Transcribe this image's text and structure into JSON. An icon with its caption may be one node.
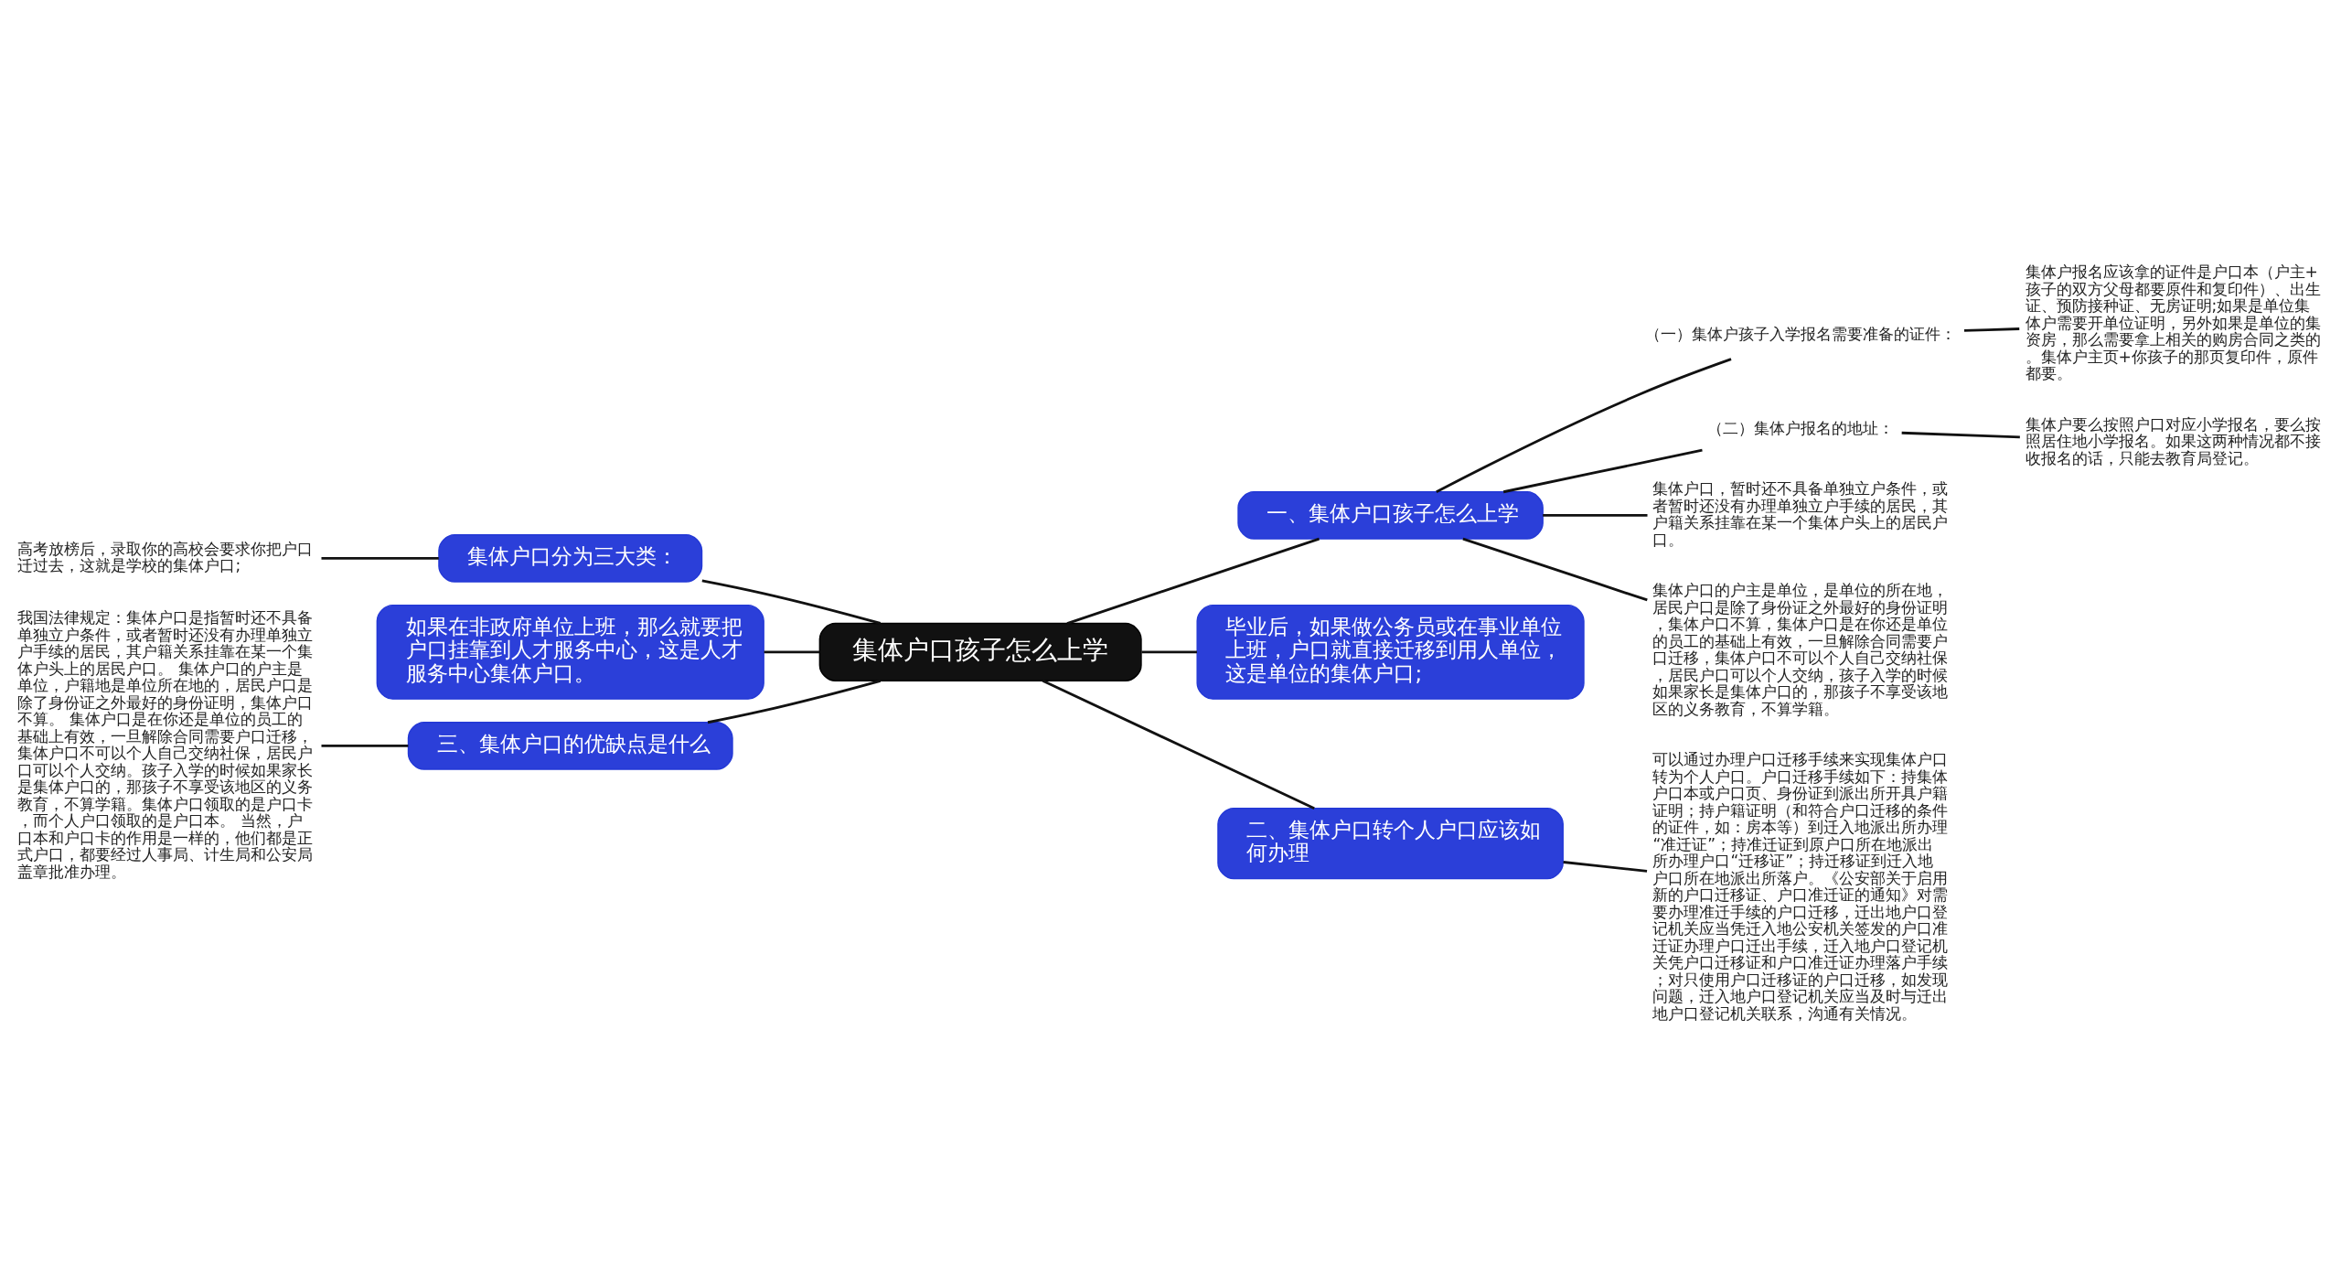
{
  "diagram": {
    "nodes": [
      {
        "text": [
          "集体户口孩子怎么上学"
        ]
      },
      {
        "text": [
          "一、集体户口孩子怎么上学"
        ]
      },
      {
        "text": [
          "（一）集体户孩子入学报名需要准备的证件："
        ]
      },
      {
        "text": [
          "集体户报名应该拿的证件是户口本（户主+孩子的双方父母都要原件和复印件）、出生证、预防接种证、无房证明;如果是单位集体户需要开单位证明，另外如果是单位的集资房，那么需要拿上相关的购房合同之类的。集体户主页+你孩子的那页复印件，原件都要。"
        ]
      },
      {
        "text": [
          "（二）集体户报名的地址："
        ]
      },
      {
        "text": [
          "集体户要么按照户口对应小学报名，要么按照居住地小学报名。如果这两种情况都不接收报名的话，只能去教育局登记。"
        ]
      },
      {
        "text": [
          "集体户口，暂时还不具备单独立户条件，或者暂时还没有办理单独立户手续的居民，其户籍关系挂靠在某一个集体户头上的居民户口。"
        ]
      },
      {
        "text": [
          "集体户口的户主是单位，是单位的所在地，居民户口是除了身份证之外最好的身份证明，集体户口不算，集体户口是在你还是单位的员工的基础上有效，一旦解除合同需要户口迁移，集体户口不可以个人自己交纳社保，居民户口可以个人交纳，孩子入学的时候如果家长是集体户口的，那孩子不享受该地区的义务教育，不算学籍。"
        ]
      },
      {
        "text": [
          "毕业后，如果做公务员或在事业单位上班，户口就直接迁移到用人单位，这是单位的集体户口;"
        ]
      },
      {
        "text": [
          "二、集体户口转个人户口应该如何办理"
        ]
      },
      {
        "text": [
          "可以通过办理户口迁移手续来实现集体户口转为个人户口。户口迁移手续如下：持集体户口本或户口页、身份证到派出所开具户籍证明；持户籍证明（和符合户口迁移的条件的证件，如：房本等）到迁入地派出所办理“准迁证”；持准迁证到原户口所在地派出所办理户口“迁移证”；持迁移证到迁入地户口所在地派出所落户。《公安部关于启用新的户口迁移证、户口准迁证的通知》对需要办理准迁手续的户口迁移，迁出地户口登记机关应当凭迁入地公安机关签发的户口准迁证办理户口迁出手续，迁入地户口登记机关凭户口迁移证和户口准迁证办理落户手续；对只使用户口迁移证的户口迁移，如发现问题，迁入地户口登记机关应当及时与迁出地户口登记机关联系，沟通有关情况。"
        ]
      },
      {
        "text": [
          "集体户口分为三大类："
        ]
      },
      {
        "text": [
          "高考放榜后，录取你的高校会要求你把户口迁过去，这就是学校的集体户口;"
        ]
      },
      {
        "text": [
          "如果在非政府单位上班，那么就要把户口挂靠到人才服务中心，这是人才服务中心集体户口。"
        ]
      },
      {
        "text": [
          "三、集体户口的优缺点是什么"
        ]
      },
      {
        "text": [
          "我国法律规定：集体户口是指暂时还不具备单独立户条件，或者暂时还没有办理单独立户手续的居民，其户籍关系挂靠在某一个集体户头上的居民户口。 集体户口的户主是单位，户籍地是单位所在地的，居民户口是除了身份证之外最好的身份证明，集体户口不算。 集体户口是在你还是单位的员工的基础上有效，一旦解除合同需要户口迁移，集体户口不可以个人自己交纳社保，居民户口可以个人交纳。孩子入学的时候如果家长是集体户口的，那孩子不享受该地区的义务教育，不算学籍。集体户口领取的是户口卡，而个人户口领取的是户口本。 当然，户口本和户口卡的作用是一样的，他们都是正式户口，都要经过人事局、计生局和公安局盖章批准办理。"
        ]
      }
    ],
    "edges": [
      {
        "from": 0,
        "to": 1,
        "arrow": "none"
      },
      {
        "from": 1,
        "to": 2,
        "arrow": "none"
      },
      {
        "from": 2,
        "to": 3,
        "arrow": "none"
      },
      {
        "from": 1,
        "to": 4,
        "arrow": "none"
      },
      {
        "from": 4,
        "to": 5,
        "arrow": "none"
      },
      {
        "from": 1,
        "to": 6,
        "arrow": "none"
      },
      {
        "from": 1,
        "to": 7,
        "arrow": "none"
      },
      {
        "from": 0,
        "to": 8,
        "arrow": "none"
      },
      {
        "from": 0,
        "to": 9,
        "arrow": "none"
      },
      {
        "from": 9,
        "to": 10,
        "arrow": "none"
      },
      {
        "from": 0,
        "to": 11,
        "arrow": "none"
      },
      {
        "from": 11,
        "to": 12,
        "arrow": "none"
      },
      {
        "from": 0,
        "to": 13,
        "arrow": "none"
      },
      {
        "from": 0,
        "to": 14,
        "arrow": "none"
      },
      {
        "from": 14,
        "to": 15,
        "arrow": "none"
      }
    ]
  }
}
